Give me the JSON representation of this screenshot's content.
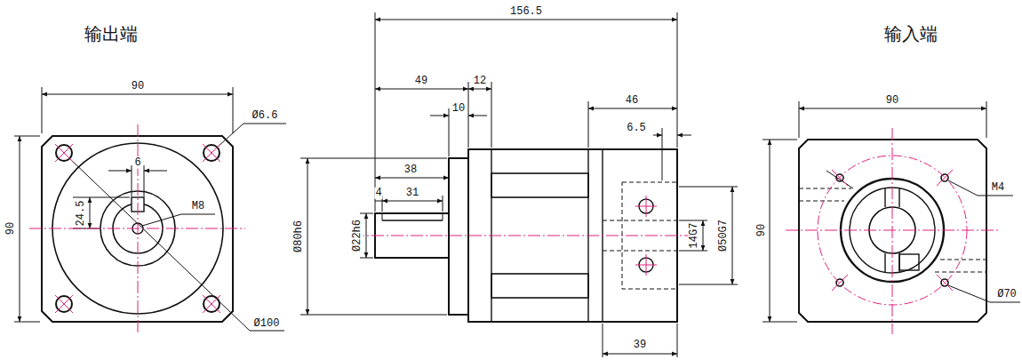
{
  "diagram": {
    "labels": [
      "输出端",
      "90",
      "90",
      "Ø6.6",
      "6",
      "M8",
      "24.5",
      "Ø100",
      "156.5",
      "49",
      "12",
      "10",
      "38",
      "4",
      "31",
      "Ø80h6",
      "Ø22h6",
      "46",
      "6.5",
      "14G7",
      "Ø50G7",
      "39",
      "输入端",
      "90",
      "90",
      "M4",
      "Ø70"
    ]
  }
}
